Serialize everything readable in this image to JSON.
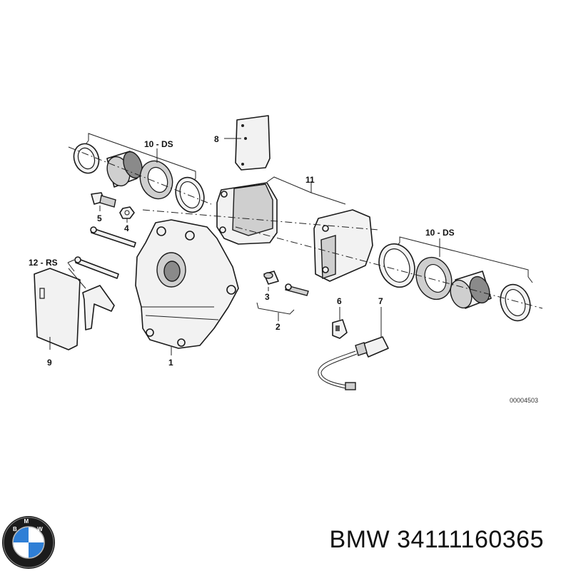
{
  "callouts": {
    "c1": "1",
    "c2": "2",
    "c3": "3",
    "c4": "4",
    "c5": "5",
    "c6": "6",
    "c7": "7",
    "c8": "8",
    "c9": "9",
    "c10a": "10 - DS",
    "c10b": "10 - DS",
    "c11": "11",
    "c12": "12 - RS"
  },
  "diagram_code": "00004503",
  "logo": {
    "text": "BMW"
  },
  "part_number": "BMW 34111160365"
}
